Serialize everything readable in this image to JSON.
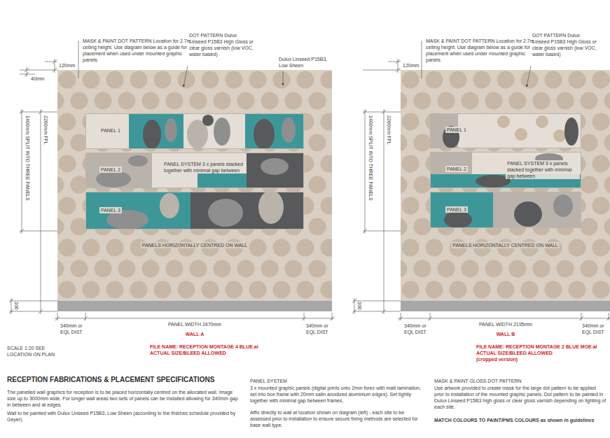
{
  "diagram": {
    "title": "RECEPTION FABRICATIONS & PLACEMENT SPECIFICATIONS",
    "nodes": [
      {
        "text": [
          "PANELS HORIZONTALLY CENTRED ON WALL"
        ]
      },
      {
        "text": [
          "PANEL 1"
        ],
        "in": 0
      },
      {
        "text": [
          "PANEL 2",
          "PANEL SYSTEM 3 x panels stacked together with minimal gap between"
        ],
        "in": 0
      },
      {
        "text": [
          "PANEL 3"
        ],
        "in": 0
      },
      {
        "text": [
          "PANELS HORIZONTALLY CENTRED ON WALL"
        ]
      },
      {
        "text": [
          "PANEL 1"
        ],
        "in": 4
      },
      {
        "text": [
          "PANEL 2",
          "PANEL SYSTEM 3 x panels stacked together with minimal gap between"
        ],
        "in": 4
      },
      {
        "text": [
          "PANEL 3"
        ],
        "in": 4
      }
    ],
    "labels": [
      "MASK & PAINT DOT PATTERN Location for 2.7m ceiling height. Use diagram below as a guide for placement when used under mounted graphic panels.",
      "DOT PATTERN Dulux Linseed P15B3 High Gloss or clear gloss varnish (low VOC, water based)",
      "Dulux Linseed P15B3, Low Sheen",
      "120mm",
      "40mm",
      "2280mm FFL",
      "1400mm SPLIT INTO THREE PANELS",
      "100",
      "340mm or EQL DIST",
      "PANEL WIDTH 2470mm",
      "340mm or EQL DIST",
      "SCALE 1:20 SEE LOCATION ON PLAN",
      "WALL A",
      "FILE NAME: RECEPTION MONTAGE 4 BLUE.ai",
      "ACTUAL SIZE/BLEED ALLOWED",
      "MASK & PAINT DOT PATTERN Location for 2.7m ceiling height. Use diagram below as a guide for placement when used under mounted graphic panels.",
      "DOT PATTERN Dulux Linseed P15B3 High Gloss or clear gloss varnish (low VOC, water based)",
      "120mm",
      "2280mm FFL",
      "1400mm SPLIT INTO THREE PANELS",
      "100",
      "340mm or EQL DIST",
      "PANEL WIDTH 2195mm",
      "340mm or EQL DIST",
      "WALL B",
      "FILE NAME: RECEPTION MONTAGE 2 BLUE MOE.ai",
      "ACTUAL SIZE/BLEED ALLOWED",
      "(cropped version)",
      "The panelled wall graphics for reception is to be placed horizontally centred on the allocated wall. Image size up to 3000mm wide. For longer wall areas two sets of panels can be installed allowing for 340mm gap in between and at edges.",
      "Wall to be painted with Dulux Linseed P15B3, Low Sheen (according to the finishes schedule provided by Geyer).",
      "PANEL SYSTEM",
      "3 x mounted graphic panels (digital prints onto 2mm forex with matt lamination, set into box frame with 20mm satin anodized aluminium edges). Set tightly together with minimal gap between frames.",
      "Affix directly to wall at location shown on diagram (left) - each site to be assessed prior to installation to ensure secure fixing methods are selected for base wall type.",
      "MASK & PAINT GLOSS DOT PATTERN",
      "Use artwork provided to create mask for the large dot pattern to be applied prior to installation of the mounted graphic panels. Dot pattern to be painted in Dulux Linseed P15B3 high gloss or clear gloss varnish depending on lighting of each site.",
      "MATCH COLOURS TO PAINT/PMS COLOURS as shown in guidelines"
    ]
  }
}
